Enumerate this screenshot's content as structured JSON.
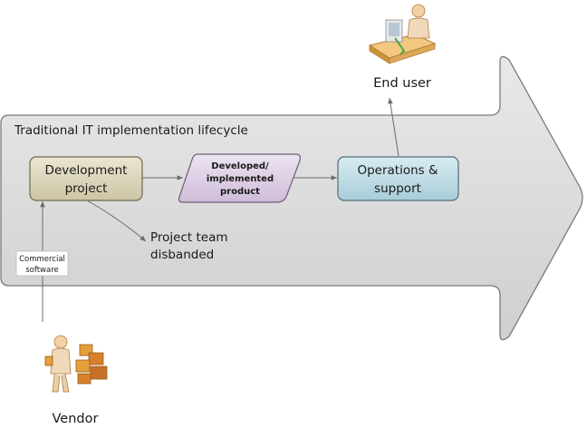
{
  "diagram": {
    "title": "Traditional IT implementation lifecycle",
    "nodes": {
      "development_project": {
        "line1": "Development",
        "line2": "project"
      },
      "developed_product": {
        "line1": "Developed/",
        "line2": "implemented",
        "line3": "product"
      },
      "operations_support": {
        "line1": "Operations &",
        "line2": "support"
      },
      "project_team": {
        "line1": "Project team",
        "line2": "disbanded"
      },
      "commercial_software": {
        "line1": "Commercial",
        "line2": "software"
      }
    },
    "actors": {
      "end_user": "End user",
      "vendor": "Vendor"
    },
    "colors": {
      "arrow_fill": "#dcdcdc",
      "dev_project_fill": "#ddd7bf",
      "product_fill": "#e0d3e6",
      "operations_fill": "#c3dde6"
    },
    "icons": {
      "end_user": "person-at-computer-icon",
      "vendor": "person-with-boxes-icon"
    }
  }
}
